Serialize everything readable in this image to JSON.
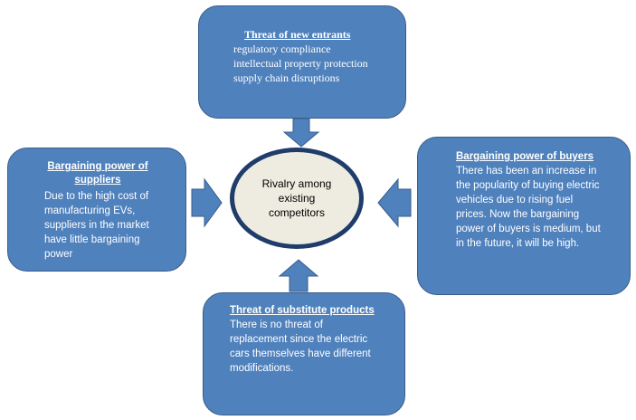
{
  "top": {
    "title": "Threat of new entrants",
    "line1": "regulatory compliance",
    "line2": "intellectual property protection",
    "line3": "supply chain disruptions"
  },
  "left": {
    "title_line1": "Bargaining power of",
    "title_line2": "suppliers",
    "line1": "Due to the high cost of",
    "line2": "manufacturing EVs,",
    "line3": "suppliers in the market",
    "line4": "have little bargaining",
    "line5": "power"
  },
  "right": {
    "title": "Bargaining power of buyers",
    "line1": "There has been an increase in",
    "line2": "the popularity of buying electric",
    "line3": "vehicles due to rising fuel",
    "line4": "prices. Now the bargaining",
    "line5": "power of buyers is medium, but",
    "line6": "in the future, it will be high."
  },
  "bottom": {
    "title": "Threat of substitute products",
    "line1": "There is no threat of",
    "line2": "replacement since the electric",
    "line3": "cars themselves have different",
    "line4": "modifications."
  },
  "center": {
    "line1": "Rivalry among",
    "line2": "existing",
    "line3": "competitors"
  },
  "colors": {
    "box_fill": "#4f81bd",
    "box_border": "#385d8a",
    "circle_fill": "#eeece1",
    "circle_border": "#1f3c6b"
  }
}
